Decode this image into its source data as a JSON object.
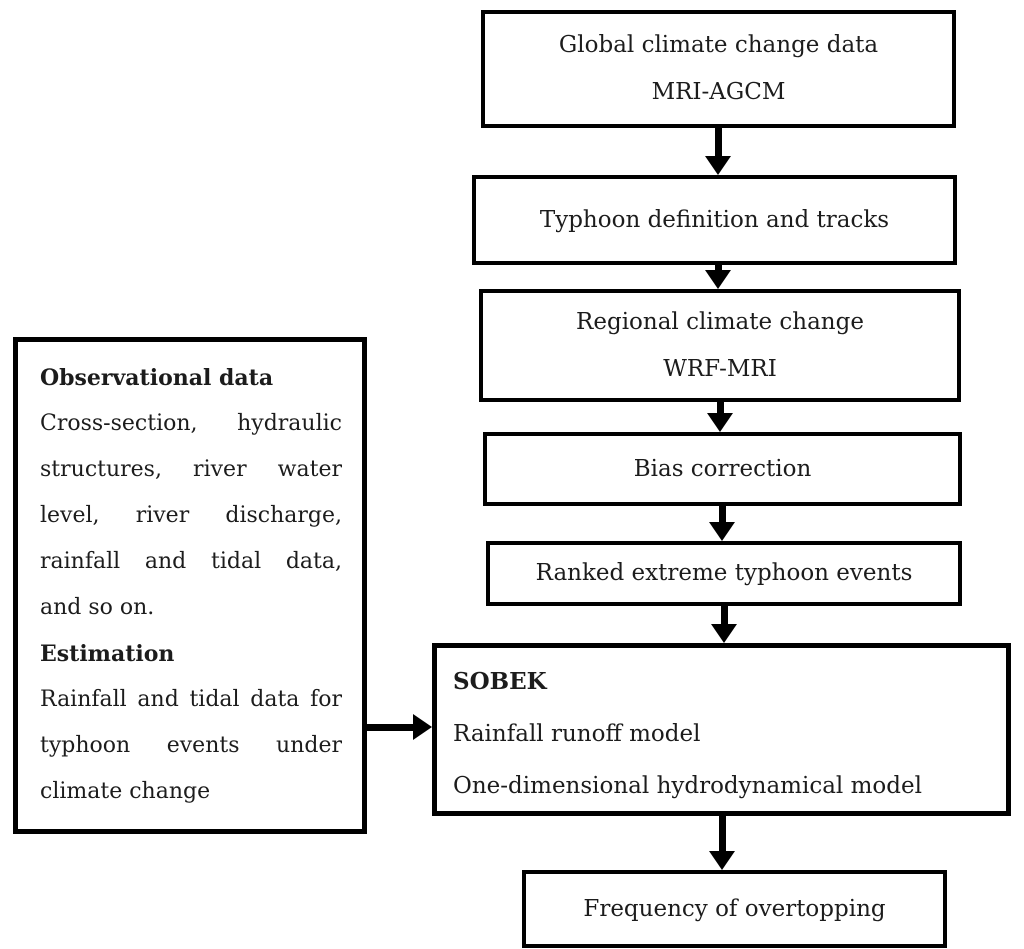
{
  "boxes": {
    "global_climate": {
      "line1": "Global climate change data",
      "line2": "MRI-AGCM"
    },
    "typhoon_tracks": {
      "label": "Typhoon definition and tracks"
    },
    "regional_climate": {
      "line1": "Regional climate change",
      "line2": "WRF-MRI"
    },
    "bias_correction": {
      "label": "Bias correction"
    },
    "ranked_events": {
      "label": "Ranked extreme typhoon events"
    },
    "sobek": {
      "title": "SOBEK",
      "line1": "Rainfall runoff model",
      "line2": "One-dimensional hydrodynamical model"
    },
    "frequency_overtopping": {
      "label": "Frequency of overtopping"
    }
  },
  "left_box": {
    "lines": [
      "Observational data",
      "Cross-section, hydraulic",
      "structures, river water",
      "level, river discharge,",
      "rainfall and tidal data,",
      "and so on.",
      "Estimation",
      "Rainfall and tidal data for",
      "typhoon events under",
      "climate change"
    ]
  },
  "colors": {
    "line": "#000000",
    "background": "#ffffff",
    "text": "#1c1c1c"
  }
}
